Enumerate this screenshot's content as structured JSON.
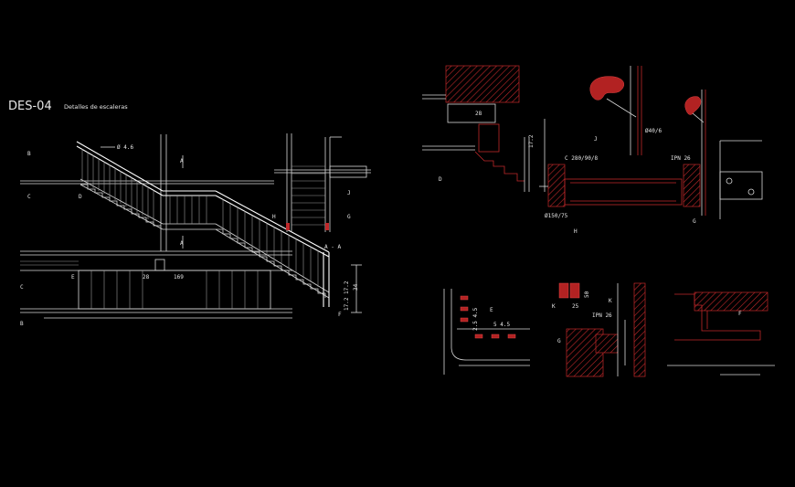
{
  "title": "DES-04",
  "subtitle": "Detalles de escaleras",
  "colors": {
    "background": "#000000",
    "linework": "#d8d8d8",
    "section": "#c0282a"
  },
  "section_marks": {
    "B1": "B",
    "C1": "C",
    "D1": "D",
    "A_top": "A",
    "A_mid": "A",
    "H1": "H",
    "G1": "G",
    "J1": "J",
    "AA": "A - A",
    "E1": "E",
    "C2": "C",
    "B2": "B",
    "F1": "F",
    "D2": "D",
    "J2": "J",
    "H2": "H",
    "G2": "G",
    "E2": "E",
    "K1": "K",
    "K2": "K",
    "G3": "G",
    "F2": "F"
  },
  "dimensions": {
    "rail_tube": "Ø 4.6",
    "tread_28": "28",
    "tread_169": "169",
    "rise_stack": "17.2  17.2",
    "rise_side": "34",
    "flat_28": "28",
    "rise_172": "17.2",
    "channel": "C 280/90/8",
    "ipn_a": "IPN 26",
    "pipe_40": "Ø40/6",
    "pipe_150": "Ø150/75",
    "gaps_v": "2.5  4.5",
    "gaps_h": "5   4.5",
    "plate_50": "50",
    "plate_25": "25",
    "ipn_b": "IPN 26"
  }
}
